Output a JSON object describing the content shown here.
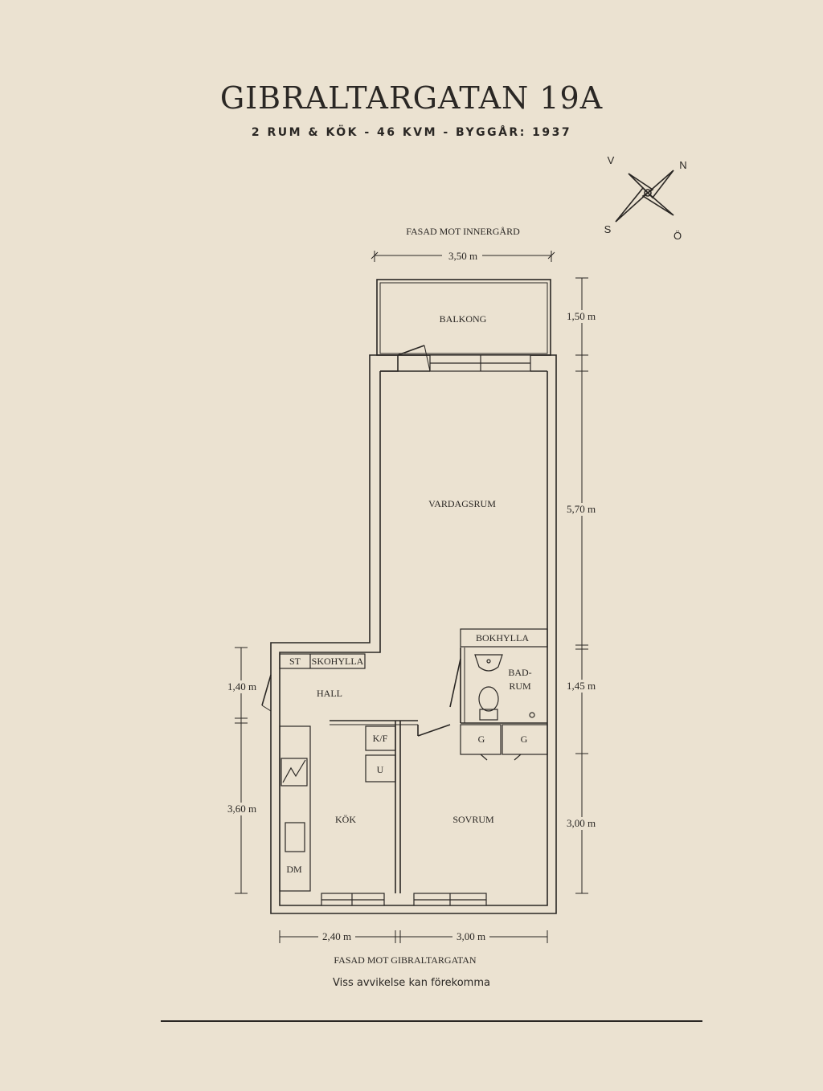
{
  "header": {
    "title": "GIBRALTARGATAN 19A",
    "subtitle": "2 RUM & KÖK  -  46 KVM  -  BYGGÅR: 1937"
  },
  "compass": {
    "icon": "compass-rose-icon",
    "north": "N",
    "south": "S",
    "west": "V",
    "east": "Ö"
  },
  "facades": {
    "top": "FASAD MOT INNERGÅRD",
    "bottom": "FASAD MOT GIBRALTARGATAN"
  },
  "rooms": {
    "balcony": "BALKONG",
    "living": "VARDAGSRUM",
    "hall": "HALL",
    "kitchen": "KÖK",
    "bedroom": "SOVRUM",
    "bath_line1": "BAD-",
    "bath_line2": "RUM"
  },
  "fixtures": {
    "bookshelf": "BOKHYLLA",
    "st": "ST",
    "shoe_shelf": "SKOHYLLA",
    "fridge_freezer": "K/F",
    "oven": "U",
    "dishwasher": "DM",
    "wardrobe_1": "G",
    "wardrobe_2": "G"
  },
  "dimensions": {
    "balcony_width": "3,50 m",
    "balcony_depth": "1,50 m",
    "living_depth": "5,70 m",
    "bath_depth": "1,45 m",
    "bedroom_depth": "3,00 m",
    "hall_depth": "1,40 m",
    "kitchen_depth": "3,60 m",
    "kitchen_width": "2,40 m",
    "bedroom_width": "3,00 m"
  },
  "footer": {
    "disclaimer": "Viss avvikelse kan förekomma"
  },
  "colors": {
    "background": "#ebe2d1",
    "ink": "#2a2724"
  }
}
